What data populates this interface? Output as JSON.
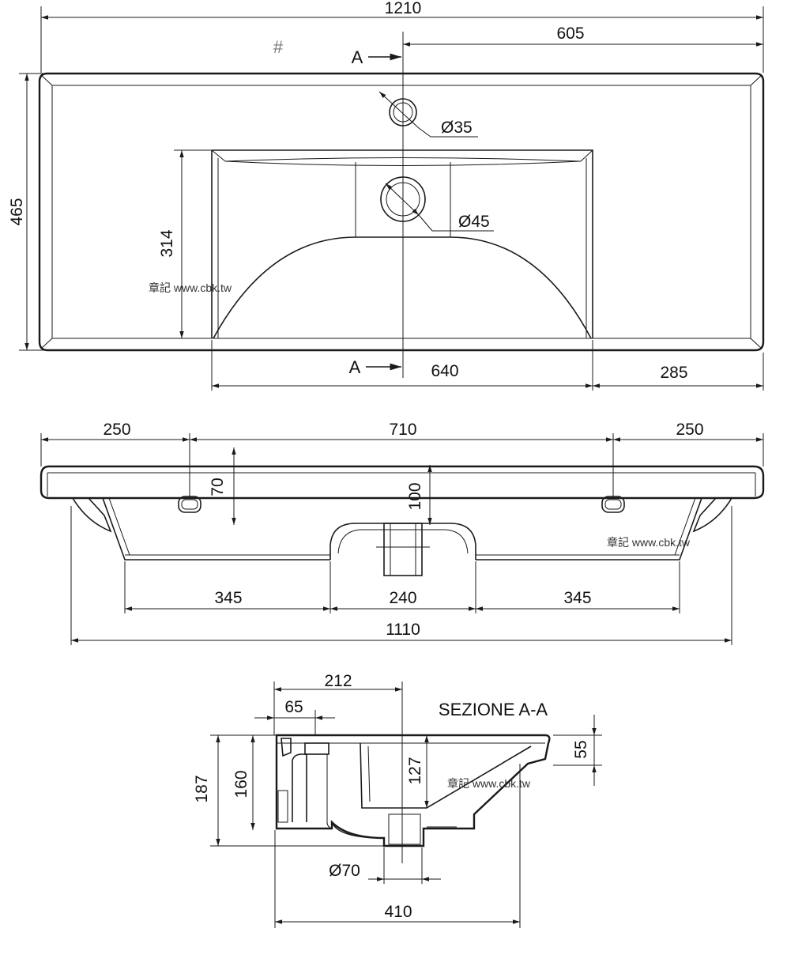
{
  "top_view": {
    "dims": {
      "overall_width": "1210",
      "to_axis": "605",
      "depth": "465",
      "basin_depth": "314",
      "basin_width": "640",
      "right_margin": "285",
      "tap_hole": "Ø35",
      "drain_hole": "Ø45"
    },
    "section_marker_top": "A",
    "section_marker_bottom": "A",
    "hash_mark": "#"
  },
  "front_view": {
    "dims": {
      "left": "250",
      "center": "710",
      "right": "250",
      "slot_height": "70",
      "bowl_depth": "100",
      "bottom_left": "345",
      "bottom_center": "240",
      "bottom_right": "345",
      "base_width": "1110"
    }
  },
  "section_view": {
    "title": "SEZIONE A-A",
    "dims": {
      "to_drain": "212",
      "overflow_offset": "65",
      "total_height": "187",
      "inner_height": "160",
      "basin_height": "127",
      "rim_height": "55",
      "drain_dia": "Ø70",
      "depth": "410"
    }
  },
  "watermarks": [
    "章記 www.cbk.tw",
    "章記 www.cbk.tw",
    "章記 www.cbk.tw"
  ]
}
